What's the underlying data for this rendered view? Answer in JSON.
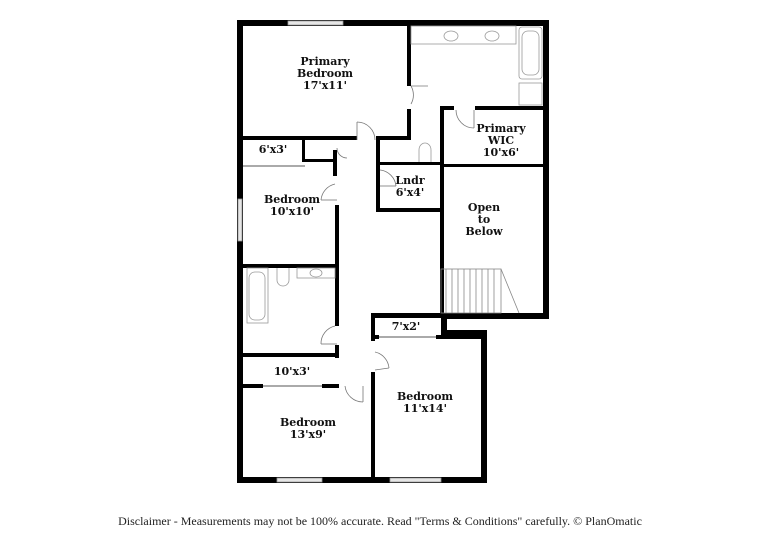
{
  "floorplan": {
    "rooms": [
      {
        "id": "primary-bedroom",
        "lines": [
          "Primary",
          "Bedroom",
          "17'x11'"
        ]
      },
      {
        "id": "primary-wic",
        "lines": [
          "Primary",
          "WIC",
          "10'x6'"
        ]
      },
      {
        "id": "closet-6x3",
        "lines": [
          "6'x3'"
        ]
      },
      {
        "id": "laundry",
        "lines": [
          "Lndr",
          "6'x4'"
        ]
      },
      {
        "id": "bedroom-10x10",
        "lines": [
          "Bedroom",
          "10'x10'"
        ]
      },
      {
        "id": "open-to-below",
        "lines": [
          "Open",
          "to",
          "Below"
        ]
      },
      {
        "id": "closet-7x2",
        "lines": [
          "7'x2'"
        ]
      },
      {
        "id": "closet-10x3",
        "lines": [
          "10'x3'"
        ]
      },
      {
        "id": "bedroom-11x14",
        "lines": [
          "Bedroom",
          "11'x14'"
        ]
      },
      {
        "id": "bedroom-13x9",
        "lines": [
          "Bedroom",
          "13'x9'"
        ]
      }
    ],
    "colors": {
      "wall": "#000000",
      "window": "#d9d9d9",
      "fixture": "#9a9a9a"
    }
  },
  "footer": {
    "disclaimer": "Disclaimer - Measurements may not be 100% accurate. Read \"Terms & Conditions\" carefully. © PlanOmatic"
  }
}
